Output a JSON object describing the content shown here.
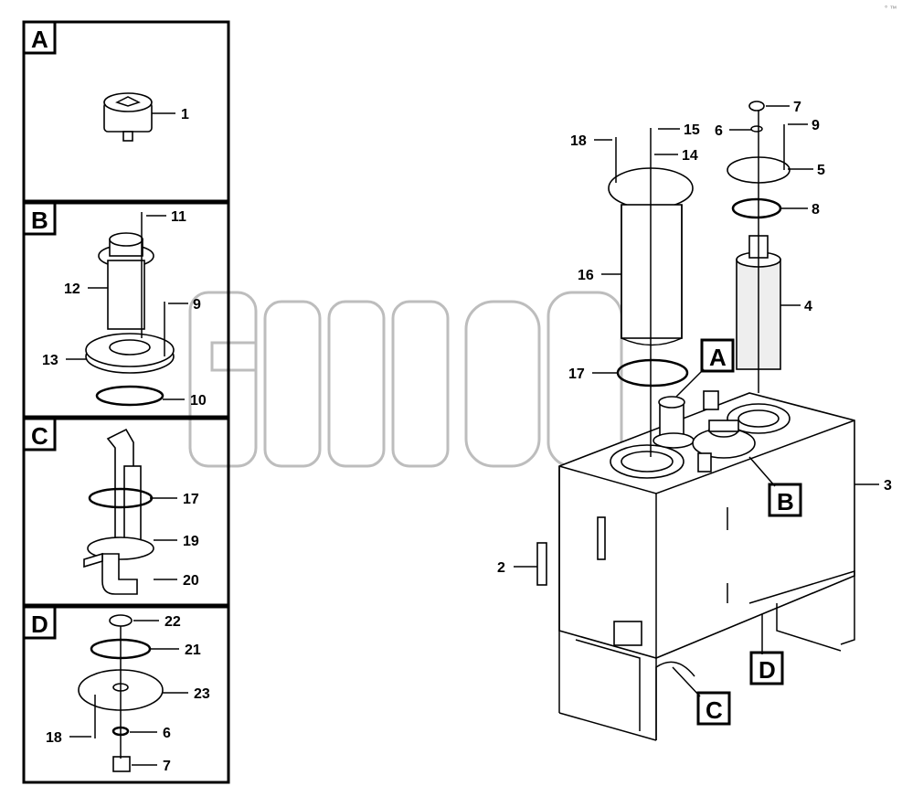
{
  "panels": [
    {
      "letter": "A",
      "callouts": [
        "1"
      ]
    },
    {
      "letter": "B",
      "callouts": [
        "11",
        "12",
        "9",
        "13",
        "10"
      ]
    },
    {
      "letter": "C",
      "callouts": [
        "17",
        "19",
        "20"
      ]
    },
    {
      "letter": "D",
      "callouts": [
        "22",
        "21",
        "23",
        "18",
        "6",
        "7"
      ]
    }
  ],
  "main_callouts": [
    "18",
    "15",
    "14",
    "7",
    "6",
    "9",
    "5",
    "8",
    "16",
    "4",
    "17",
    "3",
    "2"
  ],
  "main_flags": [
    "A",
    "B",
    "C",
    "D"
  ],
  "watermark": "TM",
  "corner_mark": "° ™"
}
